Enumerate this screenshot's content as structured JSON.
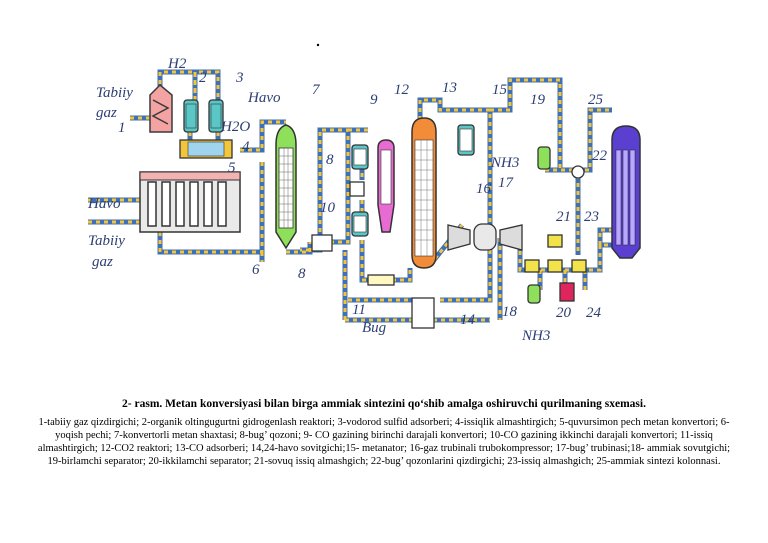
{
  "diagram": {
    "words": {
      "h2": "H2",
      "h2o": "H2O",
      "tabiiy_top_1": "Tabiiy",
      "tabiiy_top_2": "gaz",
      "havo_top": "Havo",
      "havo_left": "Havo",
      "tabiiy_left_1": "Tabiiy",
      "tabiiy_left_2": "gaz",
      "bug": "Bug",
      "nh3_top": "NH3",
      "nh3_bottom": "NH3"
    },
    "numbers": [
      "1",
      "2",
      "3",
      "4",
      "5",
      "6",
      "7",
      "8",
      "8",
      "9",
      "10",
      "11",
      "12",
      "13",
      "14",
      "15",
      "16",
      "17",
      "18",
      "19",
      "20",
      "21",
      "22",
      "23",
      "24",
      "25"
    ],
    "colors": {
      "pipe": "#3f6fb5",
      "pipe_dash": "#f2c53a",
      "heater": "#f4a3a3",
      "reactor_green": "#8ee05a",
      "co2_reactor": "#e86bd3",
      "adsorber_orange": "#f28c38",
      "separator_yellow": "#f2e34a",
      "synthesis_column": "#5a3fd1",
      "exchanger_teal": "#5bc6c6",
      "separator_red": "#e0245e"
    }
  },
  "caption": {
    "title": "2- rasm. Metan konversiyasi bilan birga ammiak sintezini qo‘shib amalga oshiruvchi qurilmaning sxemasi.",
    "legend": "1-tabiiy gaz qizdirgichi; 2-organik oltingugurtni gidrogenlash reaktori; 3-vodorod sulfid adsorberi; 4-issiqlik almashtirgich; 5-quvursimon pech metan konvertori; 6- yoqish pechi; 7-konvertorli metan shaxtasi; 8-bug’ qozoni; 9- CO gazining birinchi darajali konvertori; 10-CO gazining ikkinchi darajali konvertori; 11-issiq almashtirgich; 12-CO2 reaktori; 13-CO adsorberi; 14,24-havo sovitgichi;15- metanator; 16-gaz trubinali trubokompressor; 17-bug’ trubinasi;18- ammiak sovutgichi; 19-birlamchi separator; 20-ikkilamchi separator; 21-sovuq issiq almashgich; 22-bug’ qozonlarini qizdirgichi; 23-issiq almashgich; 25-ammiak sintezi kolonnasi."
  }
}
